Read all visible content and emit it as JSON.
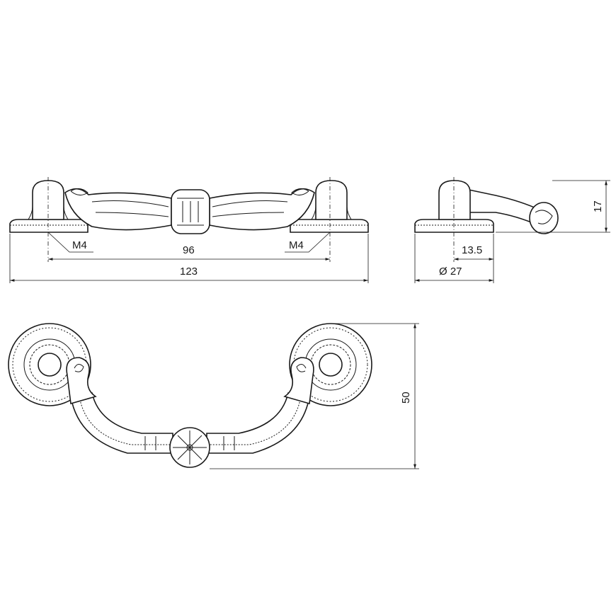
{
  "drawing": {
    "front_view": {
      "thread_left": "M4",
      "thread_right": "M4",
      "hole_spacing": "96",
      "overall_length": "123"
    },
    "side_view": {
      "offset": "13.5",
      "base_diameter": "Ø 27",
      "height": "17"
    },
    "top_view": {
      "projection": "50"
    }
  }
}
